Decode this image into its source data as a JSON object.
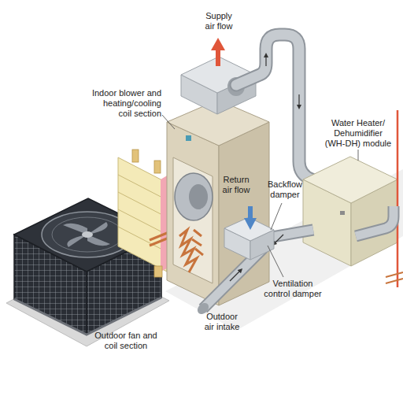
{
  "diagram": {
    "labels": [
      "Supply air flow",
      "Indoor blower and heating/cooling coil section",
      "Water Heater/ Dehumidifier (WH-DH) module",
      "Return air flow",
      "Backflow damper",
      "Ventilation control damper",
      "Outdoor air intake",
      "Outdoor fan and coil section"
    ]
  }
}
